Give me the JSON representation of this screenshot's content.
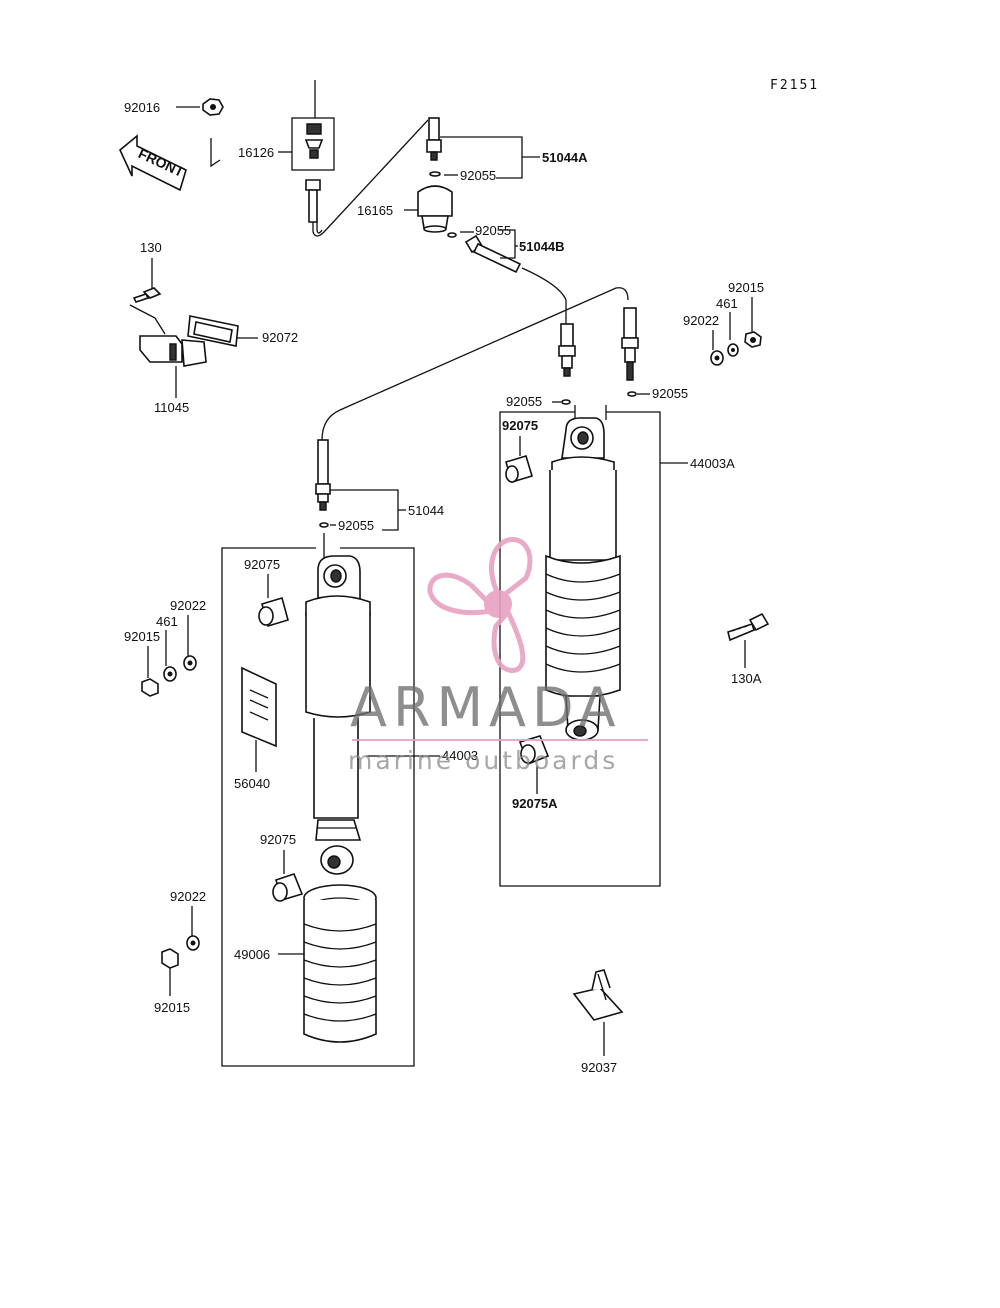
{
  "figure_code": "F2151",
  "front_label": "FRONT",
  "labels": {
    "p92016": "92016",
    "p16126": "16126",
    "p51044A": "51044A",
    "p92055_a": "92055",
    "p16165": "16165",
    "p92055_b": "92055",
    "p51044B": "51044B",
    "p130": "130",
    "p92072": "92072",
    "p11045": "11045",
    "p92015_r": "92015",
    "p461_r": "461",
    "p92022_r": "92022",
    "p92055_c": "92055",
    "p92055_d": "92055",
    "p92075_r": "92075",
    "p44003A": "44003A",
    "p51044": "51044",
    "p92055_e": "92055",
    "p92075_l1": "92075",
    "p92022_l1": "92022",
    "p461_l": "461",
    "p92015_l1": "92015",
    "p130A": "130A",
    "p44003": "44003",
    "p56040": "56040",
    "p92075A": "92075A",
    "p92075_l2": "92075",
    "p92022_l2": "92022",
    "p49006": "49006",
    "p92015_l2": "92015",
    "p92037": "92037"
  },
  "watermark": {
    "brand": "ARMADA",
    "tagline": "marine outboards",
    "accent_color": "#e7a1c3"
  }
}
